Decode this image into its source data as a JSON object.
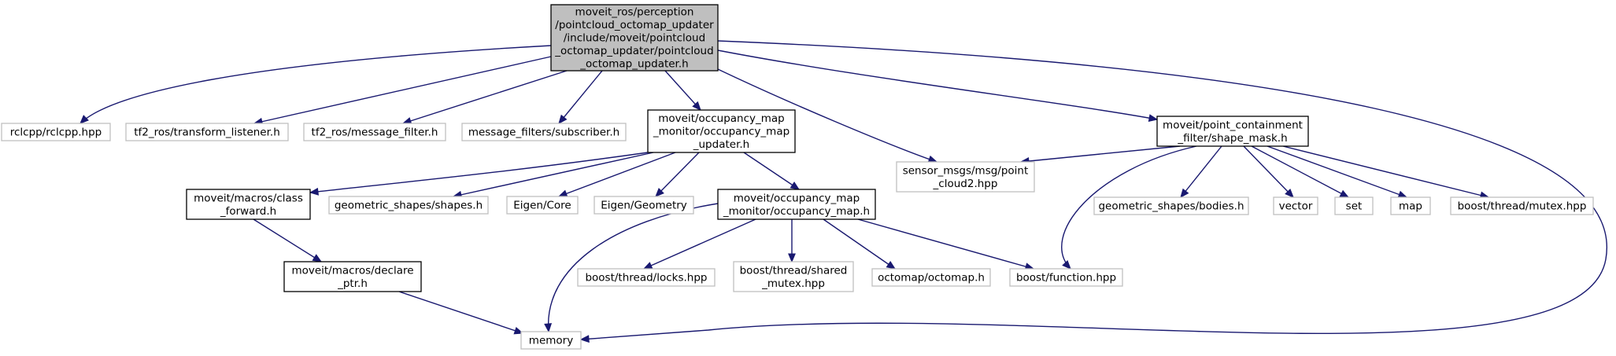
{
  "colors": {
    "edge": "#191970",
    "root_fill": "#bfbfbf",
    "documented_border": "#000000",
    "external_border": "#bfbfbf",
    "node_fill": "#ffffff"
  },
  "nodes": [
    {
      "id": "root",
      "kind": "root",
      "lines": [
        "moveit_ros/perception",
        "/pointcloud_octomap_updater",
        "/include/moveit/pointcloud",
        "_octomap_updater/pointcloud",
        "_octomap_updater.h"
      ]
    },
    {
      "id": "rclcpp",
      "kind": "external",
      "lines": [
        "rclcpp/rclcpp.hpp"
      ]
    },
    {
      "id": "tf2_listener",
      "kind": "external",
      "lines": [
        "tf2_ros/transform_listener.h"
      ]
    },
    {
      "id": "tf2_filter",
      "kind": "external",
      "lines": [
        "tf2_ros/message_filter.h"
      ]
    },
    {
      "id": "msg_sub",
      "kind": "external",
      "lines": [
        "message_filters/subscriber.h"
      ]
    },
    {
      "id": "om_updater",
      "kind": "documented",
      "lines": [
        "moveit/occupancy_map",
        "_monitor/occupancy_map",
        "_updater.h"
      ]
    },
    {
      "id": "pc2",
      "kind": "external",
      "lines": [
        "sensor_msgs/msg/point",
        "_cloud2.hpp"
      ]
    },
    {
      "id": "shape_mask",
      "kind": "documented",
      "lines": [
        "moveit/point_containment",
        "_filter/shape_mask.h"
      ]
    },
    {
      "id": "class_fwd",
      "kind": "documented",
      "lines": [
        "moveit/macros/class",
        "_forward.h"
      ]
    },
    {
      "id": "shapes",
      "kind": "external",
      "lines": [
        "geometric_shapes/shapes.h"
      ]
    },
    {
      "id": "eigen_core",
      "kind": "external",
      "lines": [
        "Eigen/Core"
      ]
    },
    {
      "id": "eigen_geom",
      "kind": "external",
      "lines": [
        "Eigen/Geometry"
      ]
    },
    {
      "id": "om_map",
      "kind": "documented",
      "lines": [
        "moveit/occupancy_map",
        "_monitor/occupancy_map.h"
      ]
    },
    {
      "id": "bodies",
      "kind": "external",
      "lines": [
        "geometric_shapes/bodies.h"
      ]
    },
    {
      "id": "vector",
      "kind": "external",
      "lines": [
        "vector"
      ]
    },
    {
      "id": "set",
      "kind": "external",
      "lines": [
        "set"
      ]
    },
    {
      "id": "map",
      "kind": "external",
      "lines": [
        "map"
      ]
    },
    {
      "id": "b_mutex",
      "kind": "external",
      "lines": [
        "boost/thread/mutex.hpp"
      ]
    },
    {
      "id": "declare_ptr",
      "kind": "documented",
      "lines": [
        "moveit/macros/declare",
        "_ptr.h"
      ]
    },
    {
      "id": "b_locks",
      "kind": "external",
      "lines": [
        "boost/thread/locks.hpp"
      ]
    },
    {
      "id": "b_shared",
      "kind": "external",
      "lines": [
        "boost/thread/shared",
        "_mutex.hpp"
      ]
    },
    {
      "id": "octomap",
      "kind": "external",
      "lines": [
        "octomap/octomap.h"
      ]
    },
    {
      "id": "b_function",
      "kind": "external",
      "lines": [
        "boost/function.hpp"
      ]
    },
    {
      "id": "memory",
      "kind": "external",
      "lines": [
        "memory"
      ]
    }
  ],
  "edges": [
    {
      "from": "root",
      "to": "rclcpp"
    },
    {
      "from": "root",
      "to": "tf2_listener"
    },
    {
      "from": "root",
      "to": "tf2_filter"
    },
    {
      "from": "root",
      "to": "msg_sub"
    },
    {
      "from": "root",
      "to": "om_updater"
    },
    {
      "from": "root",
      "to": "pc2"
    },
    {
      "from": "root",
      "to": "shape_mask"
    },
    {
      "from": "root",
      "to": "memory"
    },
    {
      "from": "om_updater",
      "to": "class_fwd"
    },
    {
      "from": "om_updater",
      "to": "shapes"
    },
    {
      "from": "om_updater",
      "to": "eigen_core"
    },
    {
      "from": "om_updater",
      "to": "eigen_geom"
    },
    {
      "from": "om_updater",
      "to": "om_map"
    },
    {
      "from": "class_fwd",
      "to": "declare_ptr"
    },
    {
      "from": "declare_ptr",
      "to": "memory"
    },
    {
      "from": "om_map",
      "to": "memory"
    },
    {
      "from": "om_map",
      "to": "b_locks"
    },
    {
      "from": "om_map",
      "to": "b_shared"
    },
    {
      "from": "om_map",
      "to": "octomap"
    },
    {
      "from": "om_map",
      "to": "b_function"
    },
    {
      "from": "shape_mask",
      "to": "pc2"
    },
    {
      "from": "shape_mask",
      "to": "b_function"
    },
    {
      "from": "shape_mask",
      "to": "bodies"
    },
    {
      "from": "shape_mask",
      "to": "vector"
    },
    {
      "from": "shape_mask",
      "to": "set"
    },
    {
      "from": "shape_mask",
      "to": "map"
    },
    {
      "from": "shape_mask",
      "to": "b_mutex"
    }
  ]
}
